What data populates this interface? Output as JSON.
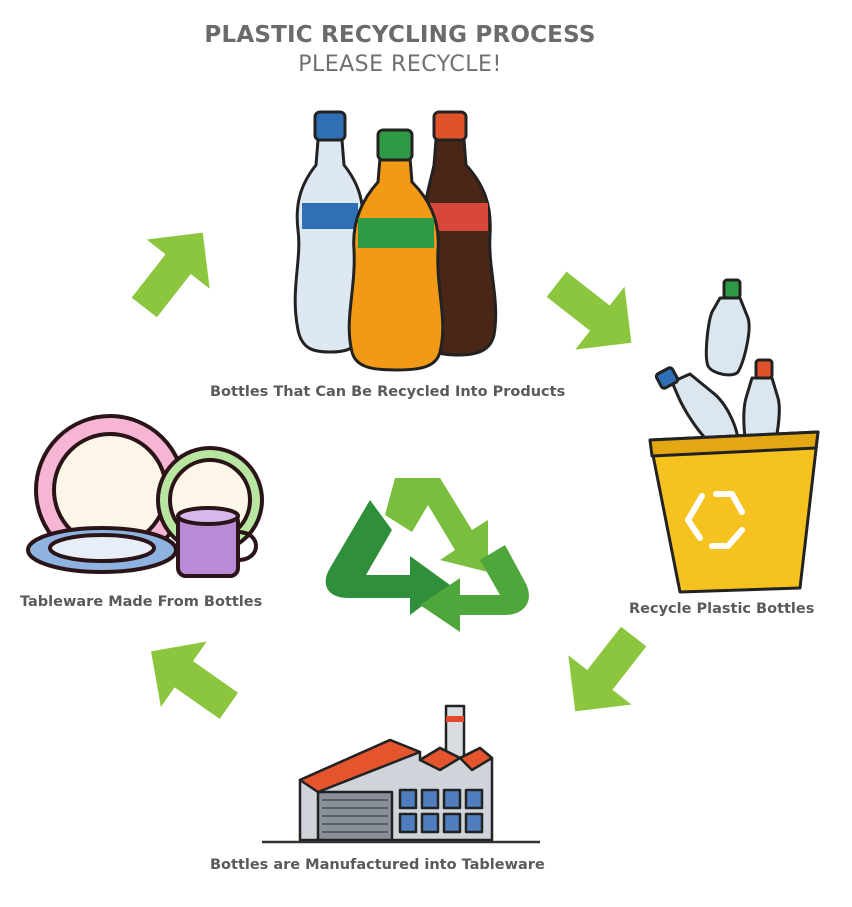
{
  "title": "PLASTIC RECYCLING PROCESS",
  "subtitle": "PLEASE RECYCLE!",
  "steps": {
    "bottles": "Bottles That Can Be Recycled Into Products",
    "recycle": "Recycle Plastic Bottles",
    "manufacture": "Bottles are Manufactured into Tableware",
    "tableware": "Tableware Made From Bottles"
  },
  "icons": {
    "bottles": "plastic-bottles-icon",
    "bin": "recycle-bin-icon",
    "factory": "factory-icon",
    "tableware": "tableware-icon",
    "center": "recycle-symbol-icon",
    "arrows": "cycle-arrow-icon"
  },
  "colors": {
    "arrow": "#8cc63f",
    "recycle_light": "#79be3e",
    "recycle_dark": "#2f8f3a",
    "bin": "#f6c220",
    "text": "#5a5a5a"
  }
}
